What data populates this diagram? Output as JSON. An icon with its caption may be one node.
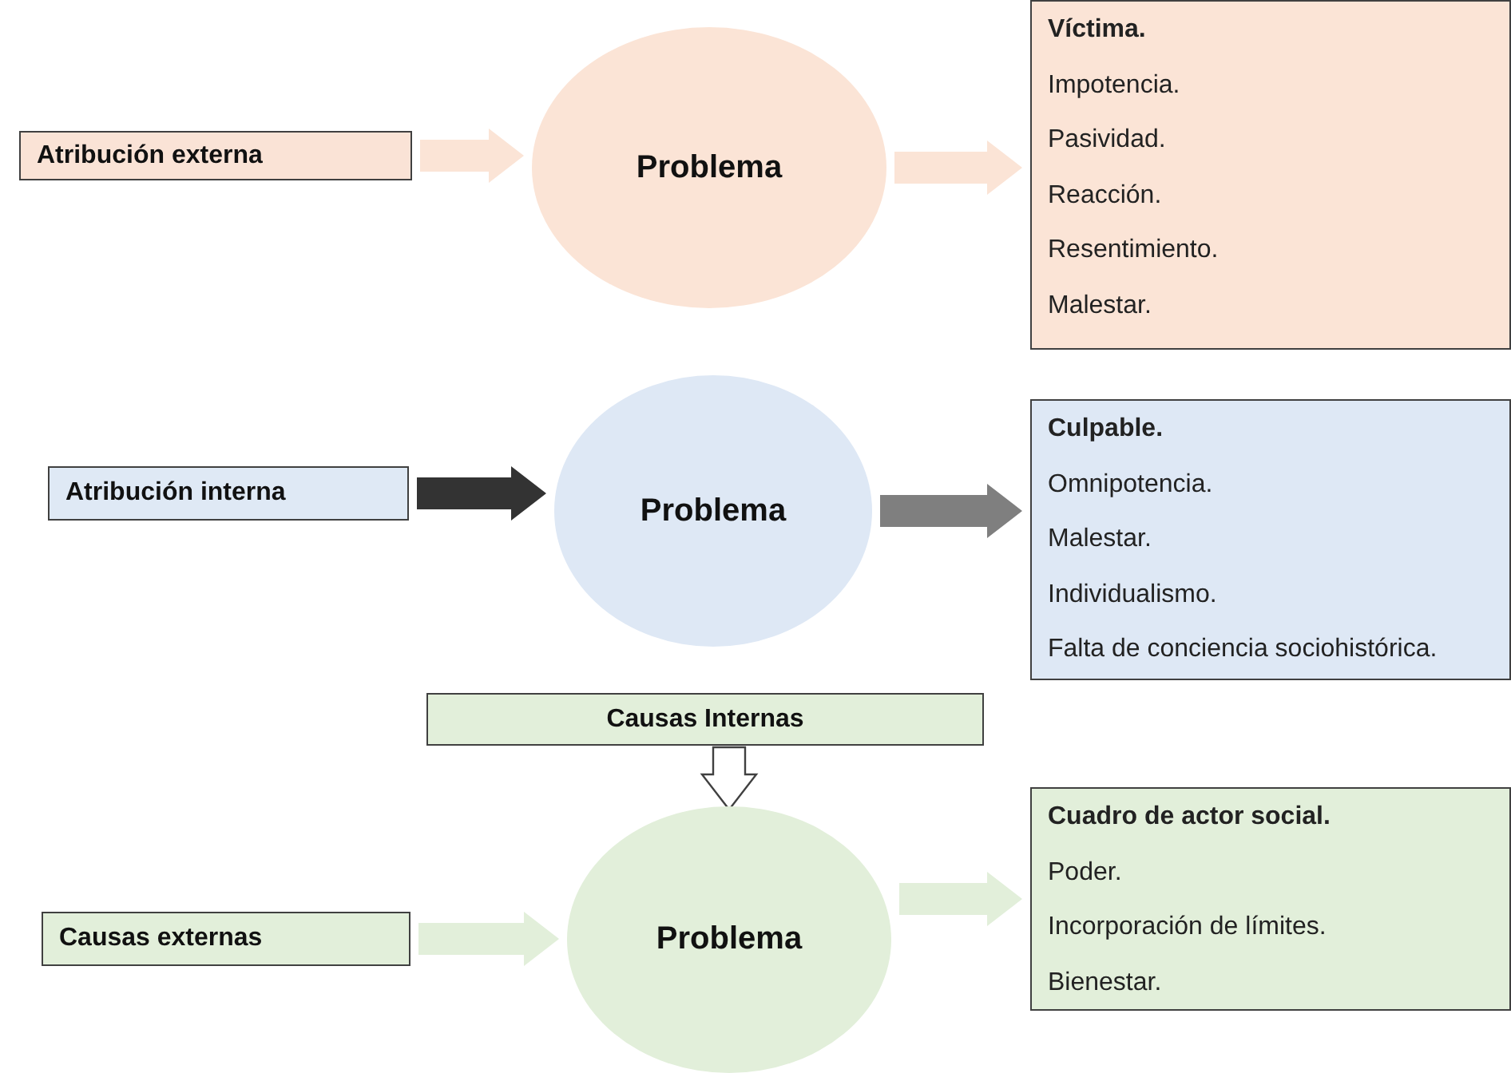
{
  "diagram": {
    "nodes": [
      {
        "text": [
          "Atribución externa"
        ]
      },
      {
        "text": [
          "Problema"
        ]
      },
      {
        "text": [
          "Víctima.",
          "Impotencia.",
          "Pasividad.",
          "Reacción.",
          "Resentimiento.",
          "Malestar."
        ]
      },
      {
        "text": [
          "Atribución interna"
        ]
      },
      {
        "text": [
          "Problema"
        ]
      },
      {
        "text": [
          "Culpable.",
          "Omnipotencia.",
          "Malestar.",
          "Individualismo.",
          "Falta de conciencia sociohistórica."
        ]
      },
      {
        "text": [
          "Causas Internas"
        ]
      },
      {
        "text": [
          "Causas externas"
        ]
      },
      {
        "text": [
          "Problema"
        ]
      },
      {
        "text": [
          "Cuadro de actor social.",
          "Poder.",
          "Incorporación de límites.",
          "Bienestar."
        ]
      }
    ],
    "edges": [
      {
        "from": 0,
        "to": 1,
        "arrow": "to",
        "style": "thick",
        "color": "#fbe4d6"
      },
      {
        "from": 1,
        "to": 2,
        "arrow": "to",
        "style": "thick",
        "color": "#fbe4d6"
      },
      {
        "from": 3,
        "to": 4,
        "arrow": "to",
        "style": "thick",
        "color": "#333333"
      },
      {
        "from": 4,
        "to": 5,
        "arrow": "to",
        "style": "thick",
        "color": "#7f7f7f"
      },
      {
        "from": 6,
        "to": 8,
        "arrow": "to",
        "style": "thick",
        "color": "#ffffff"
      },
      {
        "from": 7,
        "to": 8,
        "arrow": "to",
        "style": "thick",
        "color": "#e2efda"
      },
      {
        "from": 8,
        "to": 9,
        "arrow": "to",
        "style": "thick",
        "color": "#e2efda"
      }
    ]
  }
}
